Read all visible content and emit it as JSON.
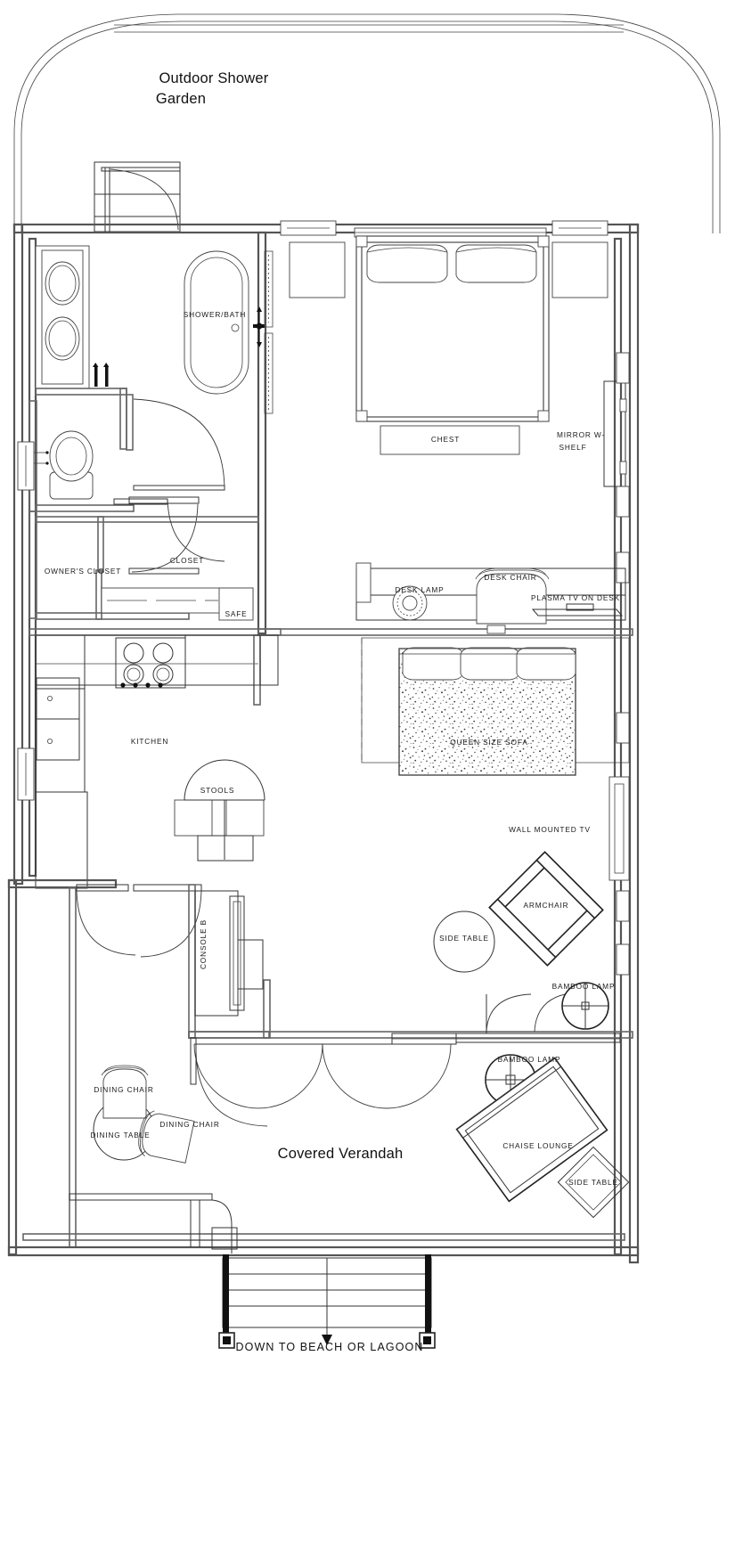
{
  "plan": {
    "title_outdoor": "Outdoor Shower",
    "title_outdoor2": "Garden",
    "verandah": "Covered Verandah",
    "bottom_caption": "DOWN TO BEACH OR LAGOON"
  },
  "labels": {
    "shower_bath": "SHOWER/BATH",
    "owners_closet": "OWNER'S CLOSET",
    "closet": "CLOSET",
    "safe": "SAFE",
    "kitchen": "KITCHEN",
    "stools": "STOOLS",
    "chest": "CHEST",
    "mirror_shelf_1": "MIRROR W-",
    "mirror_shelf_2": "SHELF",
    "desk_lamp": "DESK LAMP",
    "desk_chair": "DESK CHAIR",
    "plasma_tv": "PLASMA TV ON DESK",
    "queen_sofa": "QUEEN SIZE SOFA",
    "wall_tv": "WALL MOUNTED TV",
    "armchair": "ARMCHAIR",
    "side_table_1": "SIDE TABLE",
    "side_table_2": "SIDE TABLE",
    "bamboo_lamp_1": "BAMBOO LAMP",
    "bamboo_lamp_2": "BAMBOO LAMP",
    "chaise_lounge": "CHAISE LOUNGE",
    "console_b": "CONSOLE B",
    "dining_chair_1": "DINING CHAIR",
    "dining_chair_2": "DINING CHAIR",
    "dining_table": "DINING TABLE"
  },
  "colors": {
    "line": "#3a3a3a",
    "wall": "#555555",
    "text": "#111111",
    "background": "#ffffff"
  }
}
